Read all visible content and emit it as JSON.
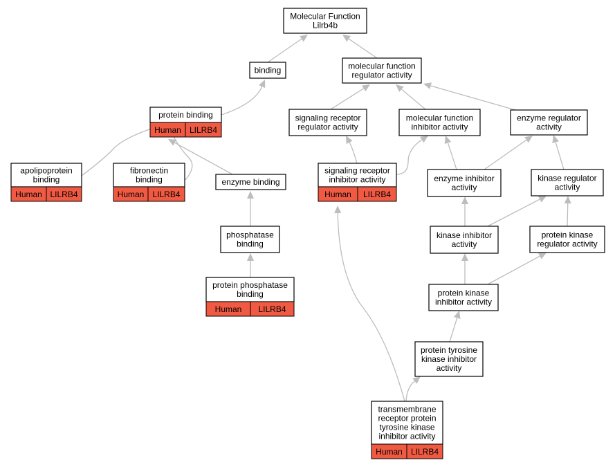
{
  "graph": {
    "root": "go-root",
    "colors": {
      "edge": "#bdbdbd",
      "annotation_fill": "#f05a43",
      "node_border": "#000000"
    },
    "nodes": [
      {
        "id": "root",
        "lines": [
          "Molecular Function",
          "Lilrb4b"
        ]
      },
      {
        "id": "binding",
        "lines": [
          "binding"
        ]
      },
      {
        "id": "mf-regulator",
        "lines": [
          "molecular function",
          "regulator activity"
        ]
      },
      {
        "id": "protein-binding",
        "lines": [
          "protein binding"
        ],
        "tags": [
          "Human",
          "LILRB4"
        ]
      },
      {
        "id": "sig-receptor-reg",
        "lines": [
          "signaling receptor",
          "regulator activity"
        ]
      },
      {
        "id": "mf-inhibitor",
        "lines": [
          "molecular function",
          "inhibitor activity"
        ]
      },
      {
        "id": "enzyme-reg",
        "lines": [
          "enzyme regulator",
          "activity"
        ]
      },
      {
        "id": "apolipoprotein-binding",
        "lines": [
          "apolipoprotein",
          "binding"
        ],
        "tags": [
          "Human",
          "LILRB4"
        ]
      },
      {
        "id": "fibronectin-binding",
        "lines": [
          "fibronectin",
          "binding"
        ],
        "tags": [
          "Human",
          "LILRB4"
        ]
      },
      {
        "id": "enzyme-binding",
        "lines": [
          "enzyme binding"
        ]
      },
      {
        "id": "sig-receptor-inhib",
        "lines": [
          "signaling receptor",
          "inhibitor activity"
        ],
        "tags": [
          "Human",
          "LILRB4"
        ]
      },
      {
        "id": "enzyme-inhib",
        "lines": [
          "enzyme inhibitor",
          "activity"
        ]
      },
      {
        "id": "kinase-reg",
        "lines": [
          "kinase regulator",
          "activity"
        ]
      },
      {
        "id": "phosphatase-binding",
        "lines": [
          "phosphatase",
          "binding"
        ]
      },
      {
        "id": "kinase-inhib",
        "lines": [
          "kinase inhibitor",
          "activity"
        ]
      },
      {
        "id": "protein-kinase-reg",
        "lines": [
          "protein kinase",
          "regulator activity"
        ]
      },
      {
        "id": "protein-phosphatase-binding",
        "lines": [
          "protein phosphatase",
          "binding"
        ],
        "tags": [
          "Human",
          "LILRB4"
        ]
      },
      {
        "id": "protein-kinase-inhib",
        "lines": [
          "protein kinase",
          "inhibitor activity"
        ]
      },
      {
        "id": "ptk-inhib",
        "lines": [
          "protein tyrosine",
          "kinase inhibitor",
          "activity"
        ]
      },
      {
        "id": "rtk-inhib",
        "lines": [
          "transmembrane",
          "receptor protein",
          "tyrosine kinase",
          "inhibitor activity"
        ],
        "tags": [
          "Human",
          "LILRB4"
        ]
      }
    ],
    "edges": [
      {
        "from": "binding",
        "to": "root"
      },
      {
        "from": "mf-regulator",
        "to": "root"
      },
      {
        "from": "protein-binding",
        "to": "binding"
      },
      {
        "from": "sig-receptor-reg",
        "to": "mf-regulator"
      },
      {
        "from": "mf-inhibitor",
        "to": "mf-regulator"
      },
      {
        "from": "enzyme-reg",
        "to": "mf-regulator"
      },
      {
        "from": "apolipoprotein-binding",
        "to": "protein-binding"
      },
      {
        "from": "fibronectin-binding",
        "to": "protein-binding"
      },
      {
        "from": "enzyme-binding",
        "to": "protein-binding"
      },
      {
        "from": "sig-receptor-inhib",
        "to": "sig-receptor-reg"
      },
      {
        "from": "sig-receptor-inhib",
        "to": "mf-inhibitor"
      },
      {
        "from": "enzyme-inhib",
        "to": "mf-inhibitor"
      },
      {
        "from": "enzyme-inhib",
        "to": "enzyme-reg"
      },
      {
        "from": "kinase-reg",
        "to": "enzyme-reg"
      },
      {
        "from": "phosphatase-binding",
        "to": "enzyme-binding"
      },
      {
        "from": "kinase-inhib",
        "to": "enzyme-inhib"
      },
      {
        "from": "kinase-inhib",
        "to": "kinase-reg"
      },
      {
        "from": "protein-kinase-reg",
        "to": "kinase-reg"
      },
      {
        "from": "protein-phosphatase-binding",
        "to": "phosphatase-binding"
      },
      {
        "from": "protein-kinase-inhib",
        "to": "kinase-inhib"
      },
      {
        "from": "protein-kinase-inhib",
        "to": "protein-kinase-reg"
      },
      {
        "from": "ptk-inhib",
        "to": "protein-kinase-inhib"
      },
      {
        "from": "rtk-inhib",
        "to": "ptk-inhib"
      },
      {
        "from": "rtk-inhib",
        "to": "sig-receptor-inhib"
      }
    ]
  }
}
